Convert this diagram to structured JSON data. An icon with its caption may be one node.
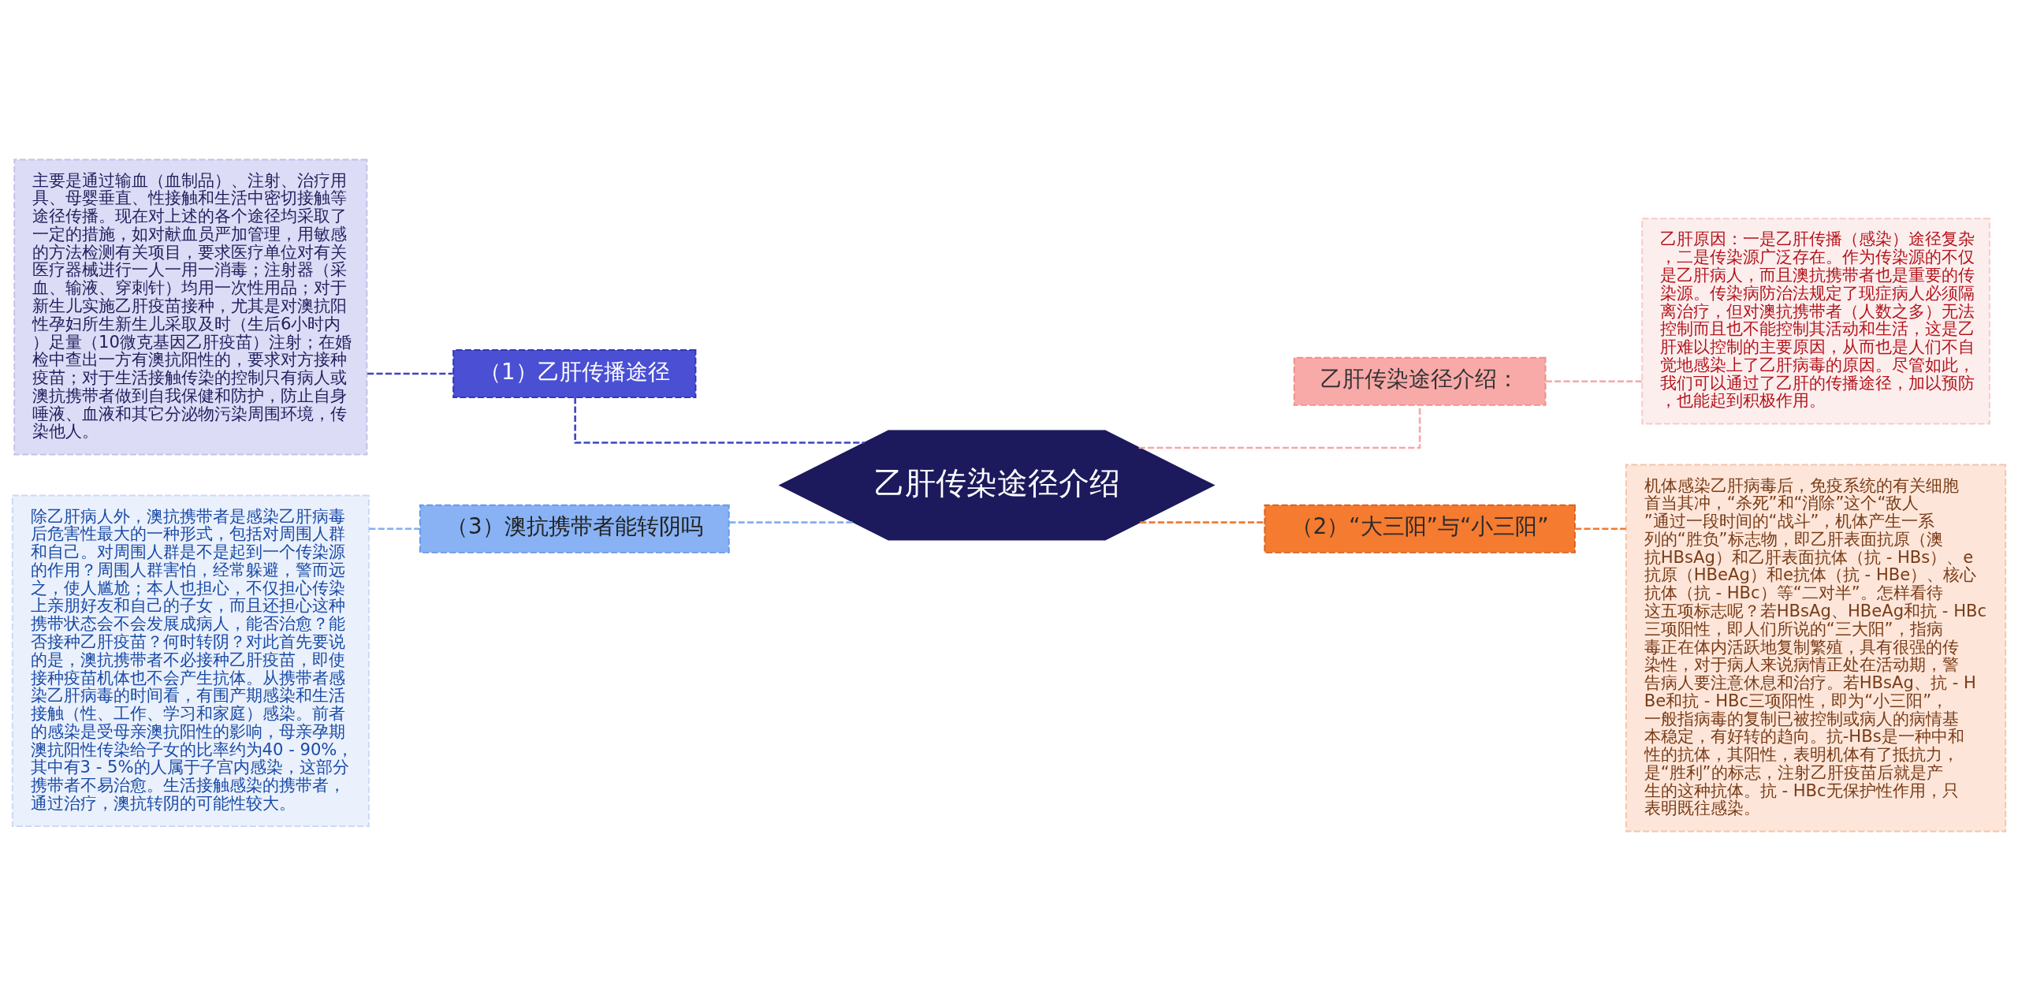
{
  "diagram": {
    "nodes": [
      {
        "text": [
          "乙肝传染途径介绍"
        ]
      },
      {
        "text": [
          "乙肝传染途径介绍："
        ]
      },
      {
        "text": [
          "乙肝原因：一是乙肝传播（感染）途径复杂，二是传染源广泛存在。作为传染源的不仅是乙肝病人，而且澳抗携带者也是重要的传染源。传染病防治法规定了现症病人必须隔离治疗，但对澳抗携带者（人数之多）无法控制而且也不能控制其活动和生活，这是乙肝难以控制的主要原因，从而也是人们不自觉地感染上了乙肝病毒的原因。尽管如此，我们可以通过了乙肝的传播途径，加以预防，也能起到积极作用。"
        ]
      },
      {
        "text": [
          "（2）“大三阳”与“小三阳”"
        ]
      },
      {
        "text": [
          "机体感染乙肝病毒后，免疫系统的有关细胞首当其冲，“杀死”和“消除”这个“敌人”通过一段时间的“战斗”，机体产生一系列的“胜负”标志物，即乙肝表面抗原（澳抗HBsAg）和乙肝表面抗体（抗 - HBs）、e抗原（HBeAg）和e抗体（抗 - HBe）、核心抗体（抗 - HBc）等“二对半”。怎样看待这五项标志呢？若HBsAg、HBeAg和抗 - HBc三项阳性，即人们所说的“三大阳”，指病毒正在体内活跃地复制繁殖，具有很强的传染性，对于病人来说病情正处在活动期，警告病人要注意休息和治疗。若HBsAg、抗 - HBe和抗 - HBc三项阳性，即为“小三阳”，一般指病毒的复制已被控制或病人的病情基本稳定，有好转的趋向。抗-HBs是一种中和性的抗体，其阳性，表明机体有了抵抗力，是“胜利”的标志，注射乙肝疫苗后就是产生的这种抗体。抗 - HBc无保护性作用，只表明既往感染。"
        ]
      },
      {
        "text": [
          "（1）乙肝传播途径"
        ]
      },
      {
        "text": [
          "主要是通过输血（血制品）、注射、治疗用具、母婴垂直、性接触和生活中密切接触等途径传播。现在对上述的各个途径均采取了一定的措施，如对献血员严加管理，用敏感的方法检测有关项目，要求医疗单位对有关医疗器械进行一人一用一消毒；注射器（采血、输液、穿刺针）均用一次性用品；对于新生儿实施乙肝疫苗接种，尤其是对澳抗阳性孕妇所生新生儿采取及时（生后6小时内）足量（10微克基因乙肝疫苗）注射；在婚检中查出一方有澳抗阳性的，要求对方接种疫苗；对于生活接触传染的控制只有病人或澳抗携带者做到自我保健和防护，防止自身唾液、血液和其它分泌物污染周围环境，传染他人。"
        ]
      },
      {
        "text": [
          "（3）澳抗携带者能转阴吗"
        ]
      },
      {
        "text": [
          "除乙肝病人外，澳抗携带者是感染乙肝病毒后危害性最大的一种形式，包括对周围人群和自己。对周围人群是不是起到一个传染源的作用？周围人群害怕，经常躲避，警而远之，使人尴尬；本人也担心，不仅担心传染上亲朋好友和自己的子女，而且还担心这种携带状态会不会发展成病人，能否治愈？能否接种乙肝疫苗？何时转阴？对此首先要说的是，澳抗携带者不必接种乙肝疫苗，即使接种疫苗机体也不会产生抗体。从携带者感染乙肝病毒的时间看，有围产期感染和生活接触（性、工作、学习和家庭）感染。前者的感染是受母亲澳抗阳性的影响，母亲孕期澳抗阳性传染给子女的比率约为40 - 90%，其中有3 - 5%的人属于子宫内感染，这部分携带者不易治愈。生活接触感染的携带者，通过治疗，澳抗转阴的可能性较大。"
        ]
      }
    ],
    "edges": [
      {
        "from": 0,
        "to": 1,
        "arrow": "none",
        "style": "dashed",
        "color": "#f4a8a6"
      },
      {
        "from": 1,
        "to": 2,
        "arrow": "none",
        "style": "dashed",
        "color": "#f4a8a6"
      },
      {
        "from": 0,
        "to": 3,
        "arrow": "none",
        "style": "dashed",
        "color": "#f27a30"
      },
      {
        "from": 3,
        "to": 4,
        "arrow": "none",
        "style": "dashed",
        "color": "#f27a30"
      },
      {
        "from": 5,
        "to": 0,
        "arrow": "none",
        "style": "dashed",
        "color": "#3c43c6"
      },
      {
        "from": 6,
        "to": 5,
        "arrow": "none",
        "style": "dashed",
        "color": "#3c43c6"
      },
      {
        "from": 7,
        "to": 0,
        "arrow": "none",
        "style": "dashed",
        "color": "#86aef0"
      },
      {
        "from": 8,
        "to": 7,
        "arrow": "none",
        "style": "dashed",
        "color": "#86aef0"
      }
    ]
  }
}
